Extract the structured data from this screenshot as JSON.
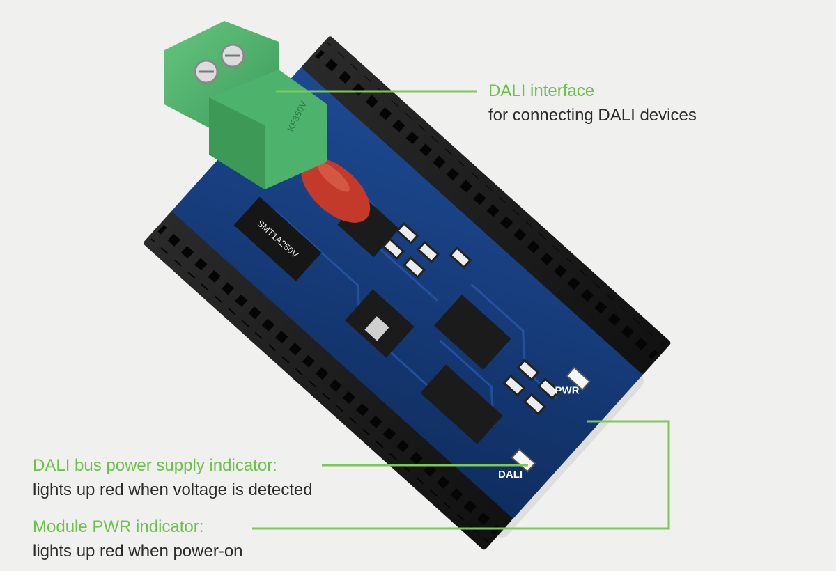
{
  "callouts": {
    "dali_interface": {
      "title": "DALI interface",
      "description": "for connecting DALI devices"
    },
    "dali_bus_indicator": {
      "title": "DALI bus power supply indicator:",
      "description": "lights up red when voltage is detected"
    },
    "pwr_indicator": {
      "title": "Module PWR indicator:",
      "description": "lights up red when power-on"
    }
  },
  "board_labels": {
    "dali_led": "DALI",
    "pwr_led": "PWR",
    "fuse": "SMT1A250V",
    "terminal": "KF350V"
  },
  "colors": {
    "accent_green": "#6cc14a",
    "pcb_blue": "#173a78",
    "terminal_green": "#49b06a",
    "capacitor_red": "#c43a2a"
  }
}
